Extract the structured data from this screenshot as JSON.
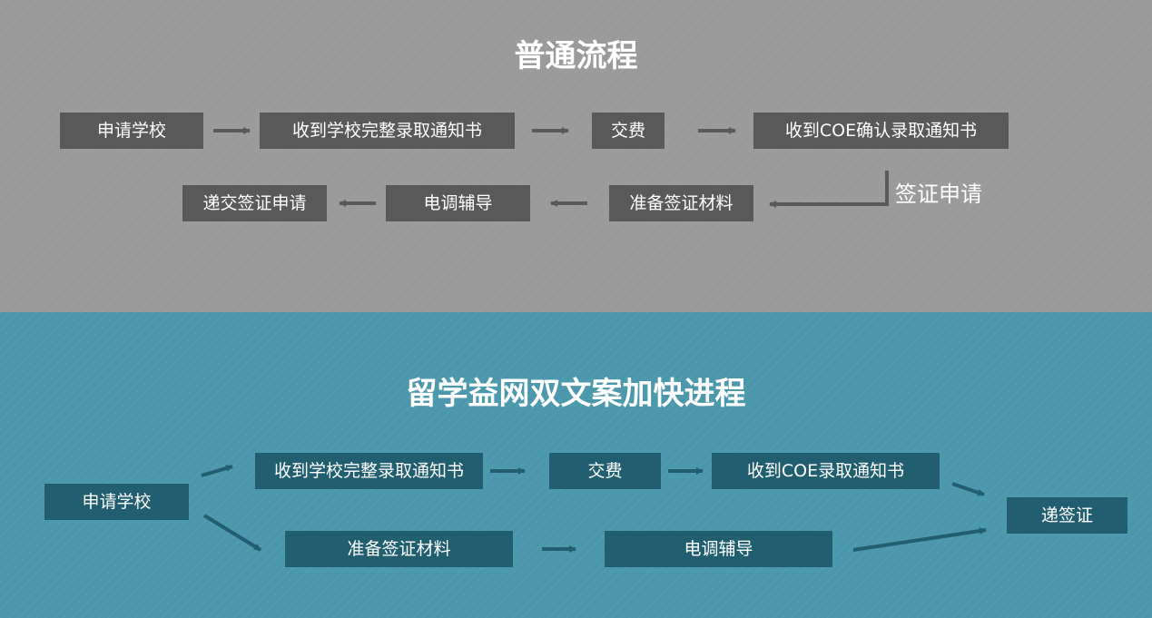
{
  "normal": {
    "title": "普通流程",
    "steps": {
      "apply": "申请学校",
      "offer": "收到学校完整录取通知书",
      "pay": "交费",
      "coe": "收到COE确认录取通知书",
      "materials": "准备签证材料",
      "interview": "电调辅导",
      "submit": "递交签证申请"
    },
    "visa_label": "签证申请"
  },
  "fast": {
    "title": "留学益网双文案加快进程",
    "steps": {
      "apply": "申请学校",
      "offer": "收到学校完整录取通知书",
      "pay": "交费",
      "coe": "收到COE录取通知书",
      "materials": "准备签证材料",
      "interview": "电调辅导",
      "visa": "递签证"
    }
  },
  "colors": {
    "top_bg": "#9a9a9a",
    "bottom_bg": "#4b97ab",
    "grey_box": "#595959",
    "teal_box": "#215e70"
  }
}
